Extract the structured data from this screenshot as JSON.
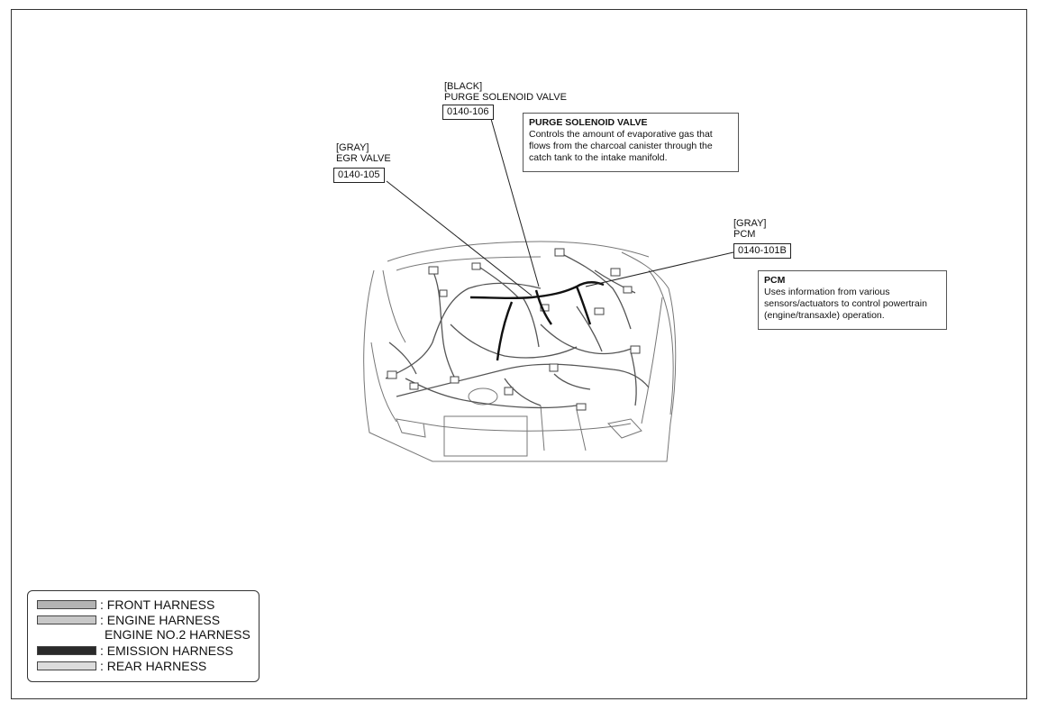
{
  "labels": {
    "purge": {
      "color": "[BLACK]",
      "name": "PURGE SOLENOID VALVE",
      "ref": "0140-106"
    },
    "egr": {
      "color": "[GRAY]",
      "name": "EGR VALVE",
      "ref": "0140-105"
    },
    "pcm": {
      "color": "[GRAY]",
      "name": "PCM",
      "ref": "0140-101B"
    }
  },
  "notes": {
    "purge": {
      "title": "PURGE SOLENOID VALVE",
      "text": "Controls the amount of evaporative gas that flows from the charcoal canister through the catch tank to the intake manifold."
    },
    "pcm": {
      "title": "PCM",
      "text": "Uses information from various sensors/actuators to control powertrain (engine/transaxle) operation."
    }
  },
  "legend": {
    "items": [
      {
        "label": ": FRONT HARNESS",
        "color": "#b4b4b4"
      },
      {
        "label": ": ENGINE HARNESS",
        "color": "#c8c8c8"
      },
      {
        "label": "ENGINE NO.2 HARNESS"
      },
      {
        "label": ": EMISSION HARNESS",
        "color": "#2a2a2a"
      },
      {
        "label": ": REAR HARNESS",
        "color": "#dcdcdc"
      }
    ]
  }
}
